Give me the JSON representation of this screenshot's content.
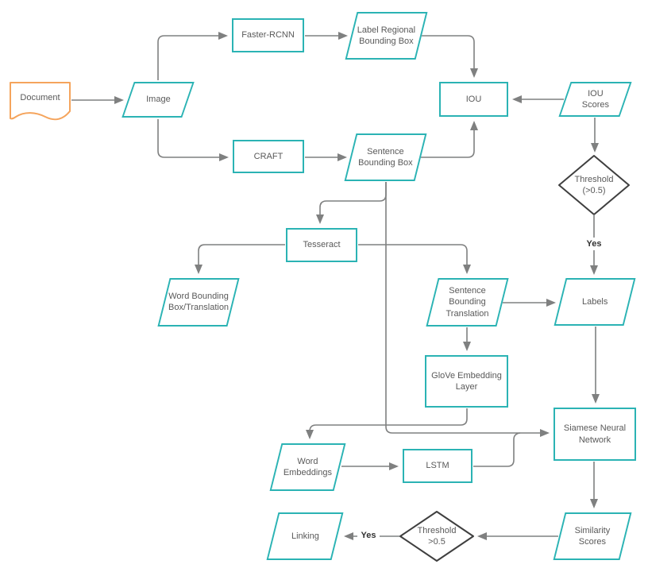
{
  "diagram": {
    "type": "flowchart",
    "colors": {
      "background": "#ffffff",
      "node_border": "#2bb3b4",
      "document_border": "#f5a45c",
      "edge": "#7f8080",
      "decision_border": "#3f3f3f",
      "text": "#595959",
      "edge_label_text": "#333333"
    },
    "nodes": {
      "document": {
        "label": "Document",
        "shape": "document"
      },
      "image": {
        "label": "Image",
        "shape": "parallelogram"
      },
      "faster_rcnn": {
        "label": "Faster-RCNN",
        "shape": "process"
      },
      "label_regional_bounding_box": {
        "label": "Label Regional Bounding Box",
        "shape": "parallelogram"
      },
      "craft": {
        "label": "CRAFT",
        "shape": "process"
      },
      "sentence_bounding_box": {
        "label": "Sentence Bounding Box",
        "shape": "parallelogram"
      },
      "iou": {
        "label": "IOU",
        "shape": "process"
      },
      "iou_scores": {
        "label": "IOU Scores",
        "shape": "parallelogram"
      },
      "threshold_iou": {
        "label": "Threshold (>0.5)",
        "shape": "decision"
      },
      "tesseract": {
        "label": "Tesseract",
        "shape": "process"
      },
      "word_bounding_box_translation": {
        "label": "Word Bounding Box/Translation",
        "shape": "parallelogram"
      },
      "sentence_bounding_translation": {
        "label": "Sentence Bounding Translation",
        "shape": "parallelogram"
      },
      "labels": {
        "label": "Labels",
        "shape": "parallelogram"
      },
      "glove_embedding_layer": {
        "label": "GloVe Embedding Layer",
        "shape": "process"
      },
      "siamese_neural_network": {
        "label": "Siamese Neural Network",
        "shape": "process"
      },
      "word_embeddings": {
        "label": "Word Embeddings",
        "shape": "parallelogram"
      },
      "lstm": {
        "label": "LSTM",
        "shape": "process"
      },
      "similarity_scores": {
        "label": "Similarity Scores",
        "shape": "parallelogram"
      },
      "threshold_similarity": {
        "label": "Threshold >0.5",
        "shape": "decision"
      },
      "linking": {
        "label": "Linking",
        "shape": "parallelogram"
      }
    },
    "edge_labels": {
      "threshold_iou_yes": "Yes",
      "threshold_similarity_yes": "Yes"
    },
    "edges": [
      {
        "from": "document",
        "to": "image"
      },
      {
        "from": "image",
        "to": "faster_rcnn"
      },
      {
        "from": "faster_rcnn",
        "to": "label_regional_bounding_box"
      },
      {
        "from": "label_regional_bounding_box",
        "to": "iou"
      },
      {
        "from": "image",
        "to": "craft"
      },
      {
        "from": "craft",
        "to": "sentence_bounding_box"
      },
      {
        "from": "sentence_bounding_box",
        "to": "iou"
      },
      {
        "from": "iou_scores",
        "to": "iou"
      },
      {
        "from": "iou_scores",
        "to": "threshold_iou"
      },
      {
        "from": "threshold_iou",
        "to": "labels",
        "label": "Yes"
      },
      {
        "from": "sentence_bounding_box",
        "to": "tesseract"
      },
      {
        "from": "sentence_bounding_box",
        "to": "siamese_neural_network"
      },
      {
        "from": "tesseract",
        "to": "word_bounding_box_translation"
      },
      {
        "from": "tesseract",
        "to": "sentence_bounding_translation"
      },
      {
        "from": "sentence_bounding_translation",
        "to": "labels"
      },
      {
        "from": "sentence_bounding_translation",
        "to": "glove_embedding_layer"
      },
      {
        "from": "labels",
        "to": "siamese_neural_network"
      },
      {
        "from": "glove_embedding_layer",
        "to": "word_embeddings"
      },
      {
        "from": "word_embeddings",
        "to": "lstm"
      },
      {
        "from": "lstm",
        "to": "siamese_neural_network"
      },
      {
        "from": "siamese_neural_network",
        "to": "similarity_scores"
      },
      {
        "from": "similarity_scores",
        "to": "threshold_similarity"
      },
      {
        "from": "threshold_similarity",
        "to": "linking",
        "label": "Yes"
      }
    ]
  }
}
